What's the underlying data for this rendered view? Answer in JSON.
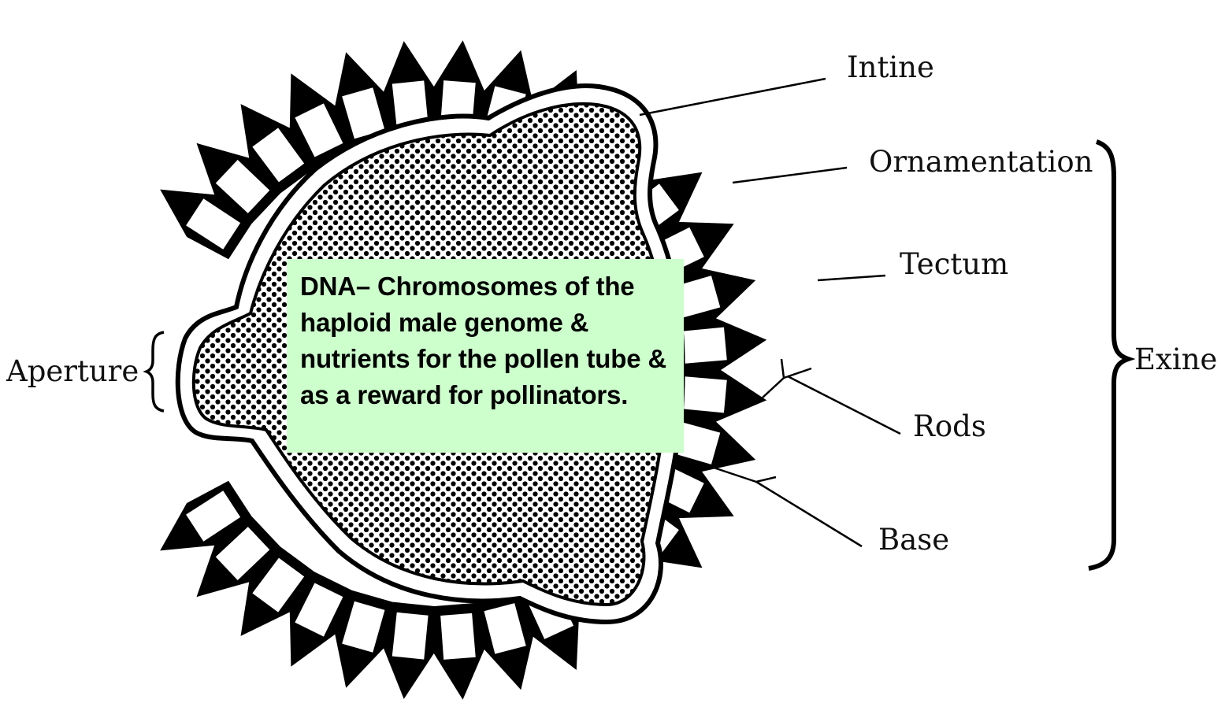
{
  "diagram": {
    "labels": {
      "intine": "Intine",
      "ornamentation": "Ornamentation",
      "tectum": "Tectum",
      "rods": "Rods",
      "base": "Base",
      "exine": "Exine",
      "aperture": "Aperture"
    },
    "callout_text": "DNA– Chromosomes of the haploid male genome & nutrients for the pollen tube & as a reward for pollinators.",
    "colors": {
      "ink": "#000000",
      "callout_background": "#ccffcc",
      "paper": "#ffffff"
    }
  }
}
